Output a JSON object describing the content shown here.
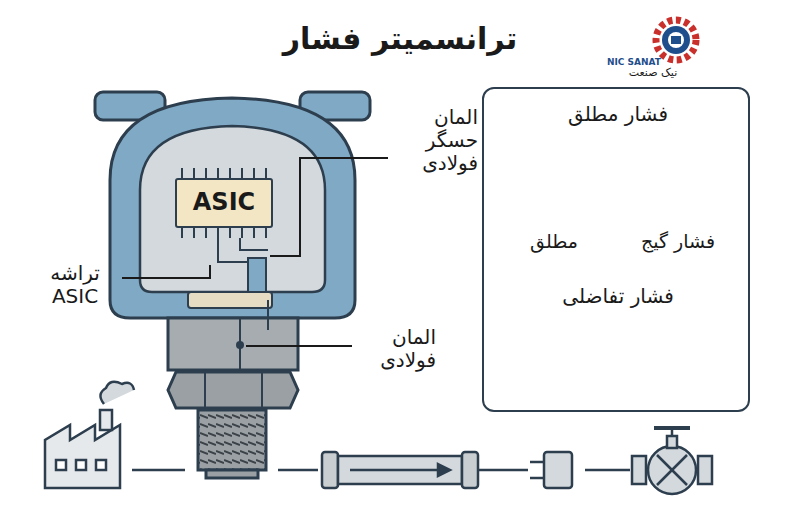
{
  "diagram": {
    "title": "ترانسمیتر فشار",
    "nodes": [
      {
        "text": [
          "ASIC"
        ]
      },
      {
        "text": [
          "فشار مطلق",
          "مطلق",
          "فشار گیج",
          "فشار تفاضلی"
        ]
      }
    ],
    "labels": [
      "المان حسگر فولادی",
      "تراشه ASIC",
      "المان فولادی",
      "NIC SANAT",
      "نیک صنعت"
    ]
  }
}
